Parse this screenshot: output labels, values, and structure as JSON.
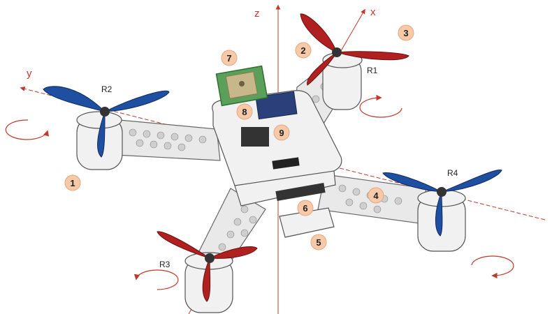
{
  "axes": {
    "x": "x",
    "y": "y",
    "z": "z"
  },
  "rotors": {
    "r1": "R1",
    "r2": "R2",
    "r3": "R3",
    "r4": "R4"
  },
  "callouts": [
    "1",
    "2",
    "3",
    "4",
    "5",
    "6",
    "7",
    "8",
    "9"
  ],
  "colors": {
    "axis": "#c0392b",
    "propeller_red": "#b02020",
    "propeller_blue": "#1f4fa0",
    "callout_fill": "#f6c9a8",
    "gps_board": "#5aa05a"
  }
}
